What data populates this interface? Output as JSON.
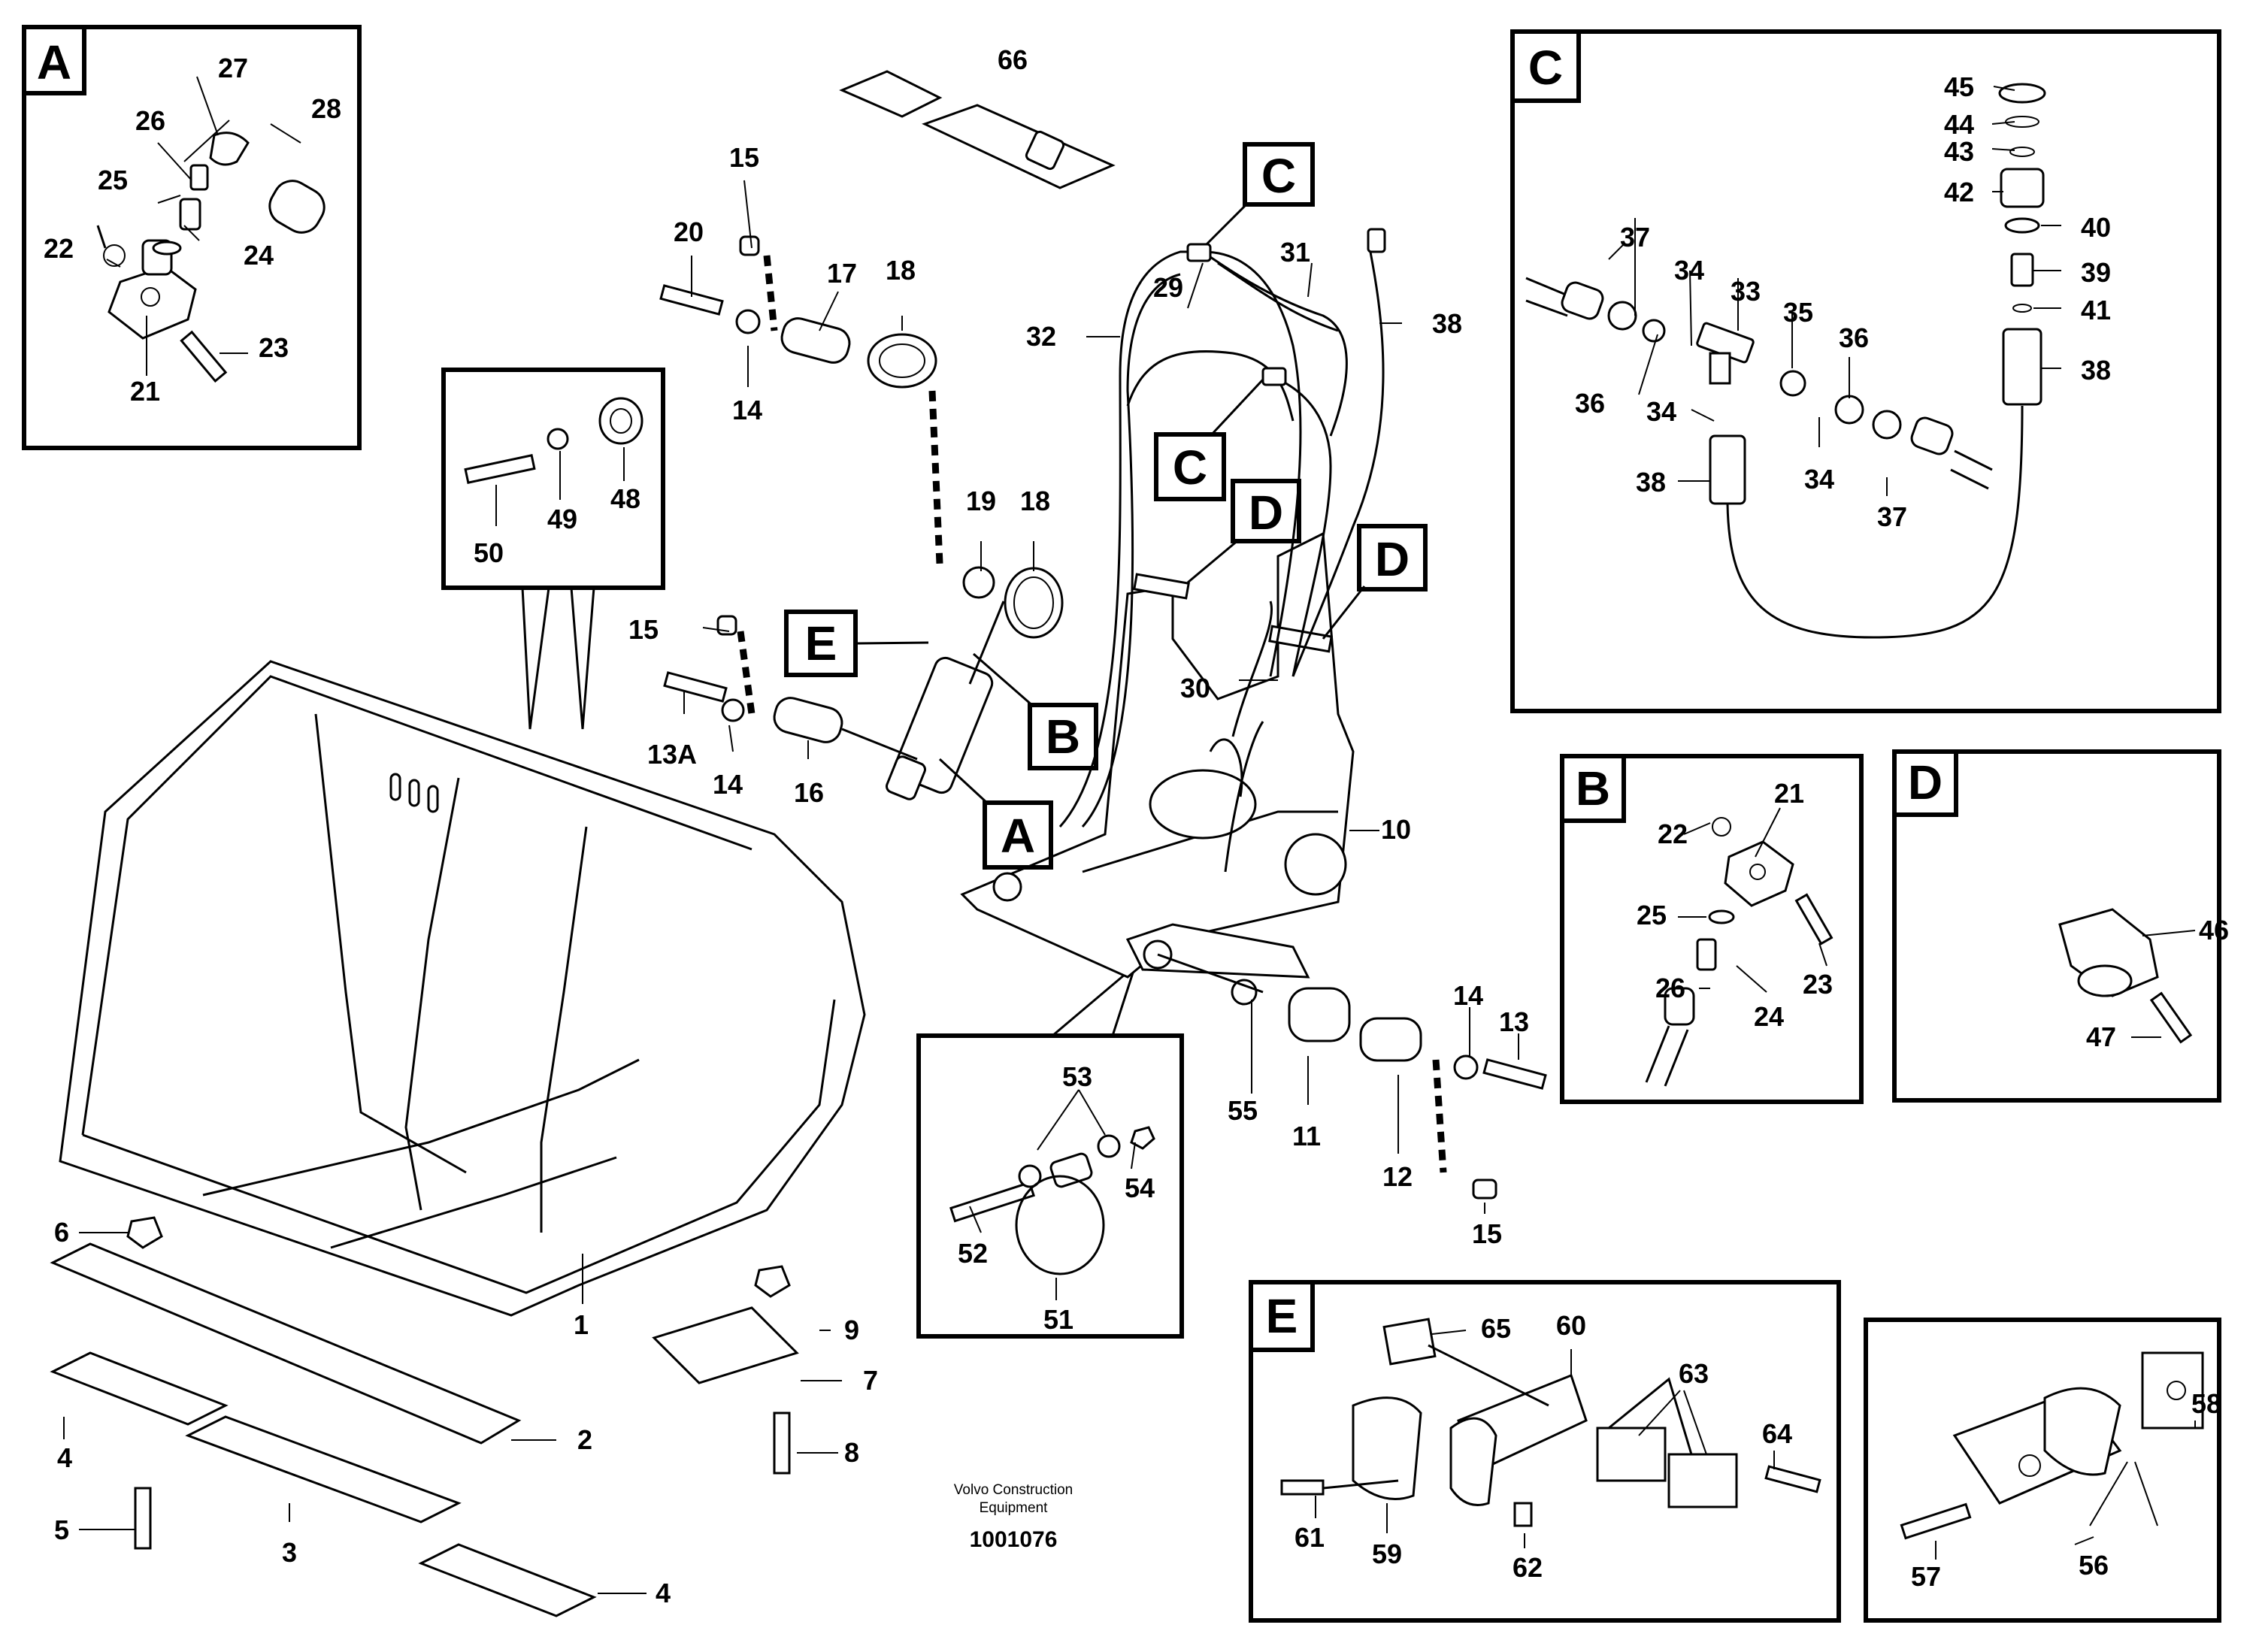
{
  "detail_labels": [
    "A",
    "B",
    "C",
    "D",
    "E"
  ],
  "part_numbers": {
    "p1": "1",
    "p2": "2",
    "p3": "3",
    "p4": "4",
    "p5": "5",
    "p6": "6",
    "p7": "7",
    "p8": "8",
    "p9": "9",
    "p10": "10",
    "p11": "11",
    "p12": "12",
    "p13": "13",
    "p13a": "13A",
    "p14": "14",
    "p15": "15",
    "p16": "16",
    "p17": "17",
    "p18": "18",
    "p19": "19",
    "p20": "20",
    "p21": "21",
    "p22": "22",
    "p23": "23",
    "p24": "24",
    "p25": "25",
    "p26": "26",
    "p27": "27",
    "p28": "28",
    "p29": "29",
    "p30": "30",
    "p31": "31",
    "p32": "32",
    "p33": "33",
    "p34": "34",
    "p35": "35",
    "p36": "36",
    "p37": "37",
    "p38": "38",
    "p39": "39",
    "p40": "40",
    "p41": "41",
    "p42": "42",
    "p43": "43",
    "p44": "44",
    "p45": "45",
    "p46": "46",
    "p47": "47",
    "p48": "48",
    "p49": "49",
    "p50": "50",
    "p51": "51",
    "p52": "52",
    "p53": "53",
    "p54": "54",
    "p55": "55",
    "p56": "56",
    "p57": "57",
    "p58": "58",
    "p59": "59",
    "p60": "60",
    "p61": "61",
    "p62": "62",
    "p63": "63",
    "p64": "64",
    "p65": "65",
    "p66": "66"
  },
  "footer": {
    "line1": "Volvo Construction",
    "line2": "Equipment",
    "drawing_number": "1001076"
  }
}
